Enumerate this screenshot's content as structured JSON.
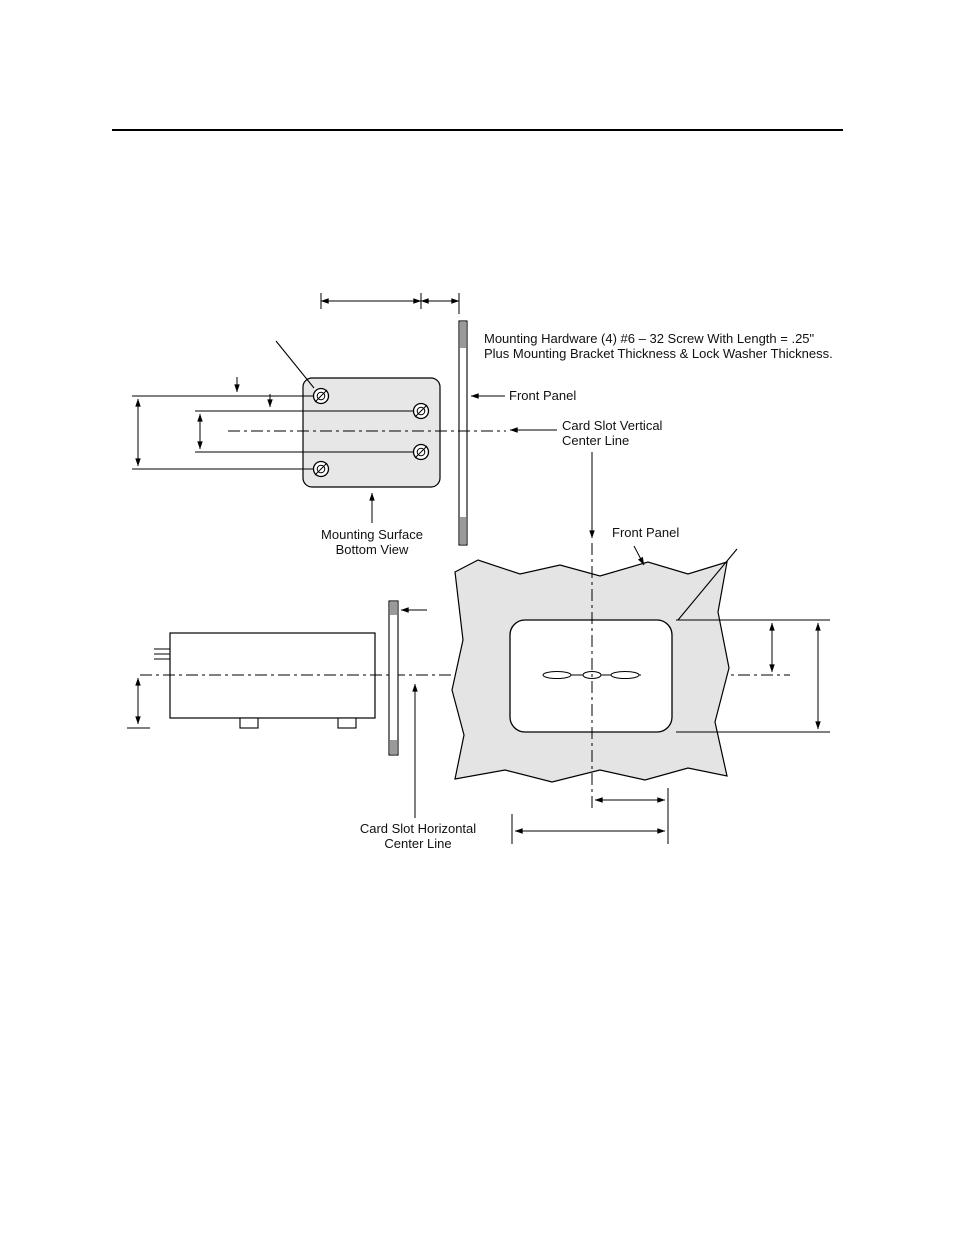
{
  "page": {
    "bg": "#ffffff"
  },
  "header": {
    "rule_color": "#000000"
  },
  "diagram": {
    "colors": {
      "surface_fill": "#e7e7e7",
      "blob_fill": "#e4e4e4",
      "panel_shade": "#9a9a9a",
      "line": "#000000"
    },
    "labels": {
      "mounting_hardware_line1": "Mounting Hardware (4) #6 – 32 Screw With Length = .25\"",
      "mounting_hardware_line2": "Plus Mounting Bracket Thickness & Lock Washer Thickness.",
      "front_panel_top": "Front Panel",
      "card_slot_vertical_line1": "Card Slot Vertical",
      "card_slot_vertical_line2": "Center Line",
      "mounting_surface_line1": "Mounting Surface",
      "mounting_surface_line2": "Bottom View",
      "front_panel_bottom": "Front Panel",
      "card_slot_horizontal_line1": "Card Slot Horizontal",
      "card_slot_horizontal_line2": "Center Line"
    }
  }
}
